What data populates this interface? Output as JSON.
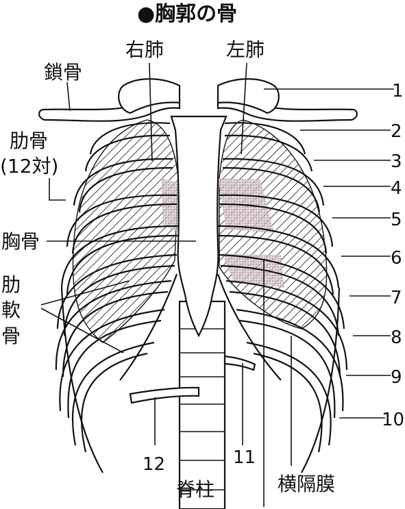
{
  "title": "●胸郭の骨",
  "labels": {
    "right_lung": "右肺",
    "left_lung": "左肺",
    "clavicle": "鎖骨",
    "ribs_line1": "肋骨",
    "ribs_line2": "(12対)",
    "sternum": "胸骨",
    "costal_cartilage_1": "肋",
    "costal_cartilage_2": "軟",
    "costal_cartilage_3": "骨",
    "spine": "脊柱",
    "diaphragm": "横隔膜"
  },
  "rib_numbers": [
    "1",
    "2",
    "3",
    "4",
    "5",
    "6",
    "7",
    "8",
    "9",
    "10",
    "11",
    "12"
  ],
  "colors": {
    "ink": "#111111",
    "paper": "#ffffff",
    "hatch": "#111111",
    "shade": "#b9a6ad"
  }
}
